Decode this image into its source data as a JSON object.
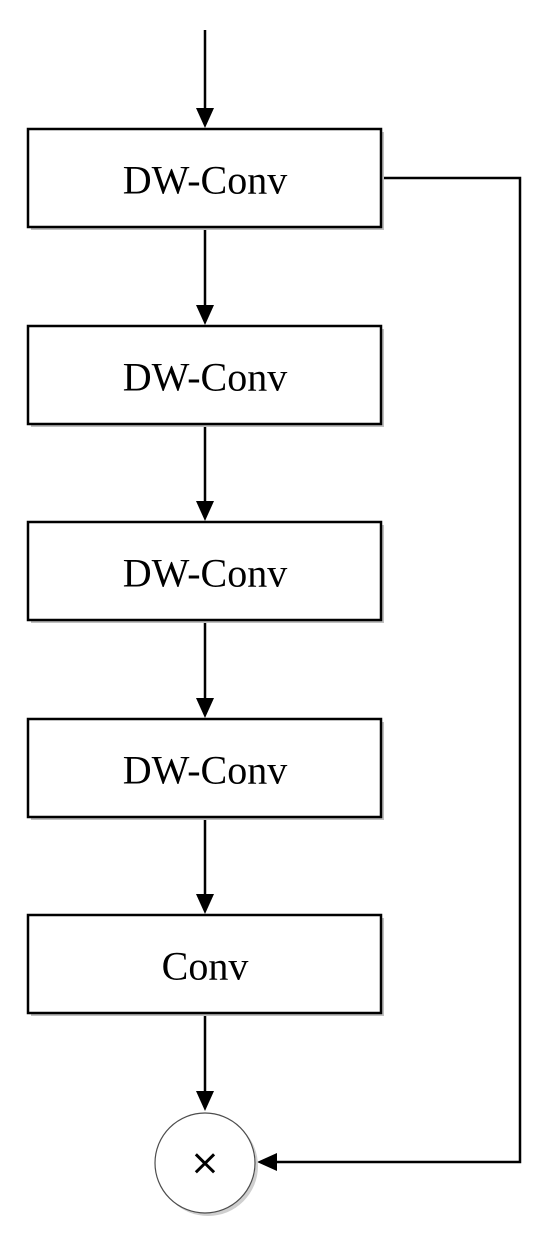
{
  "blocks": [
    {
      "id": "dw1",
      "label": "DW-Conv"
    },
    {
      "id": "dw2",
      "label": "DW-Conv"
    },
    {
      "id": "dw3",
      "label": "DW-Conv"
    },
    {
      "id": "dw4",
      "label": "DW-Conv"
    },
    {
      "id": "conv",
      "label": "Conv"
    }
  ],
  "multiply": {
    "symbol": "×"
  },
  "edges": [
    {
      "from": "input",
      "to": "dw1"
    },
    {
      "from": "dw1",
      "to": "dw2"
    },
    {
      "from": "dw2",
      "to": "dw3"
    },
    {
      "from": "dw3",
      "to": "dw4"
    },
    {
      "from": "dw4",
      "to": "conv"
    },
    {
      "from": "conv",
      "to": "multiply"
    },
    {
      "from": "dw1",
      "to": "multiply",
      "kind": "skip"
    }
  ]
}
